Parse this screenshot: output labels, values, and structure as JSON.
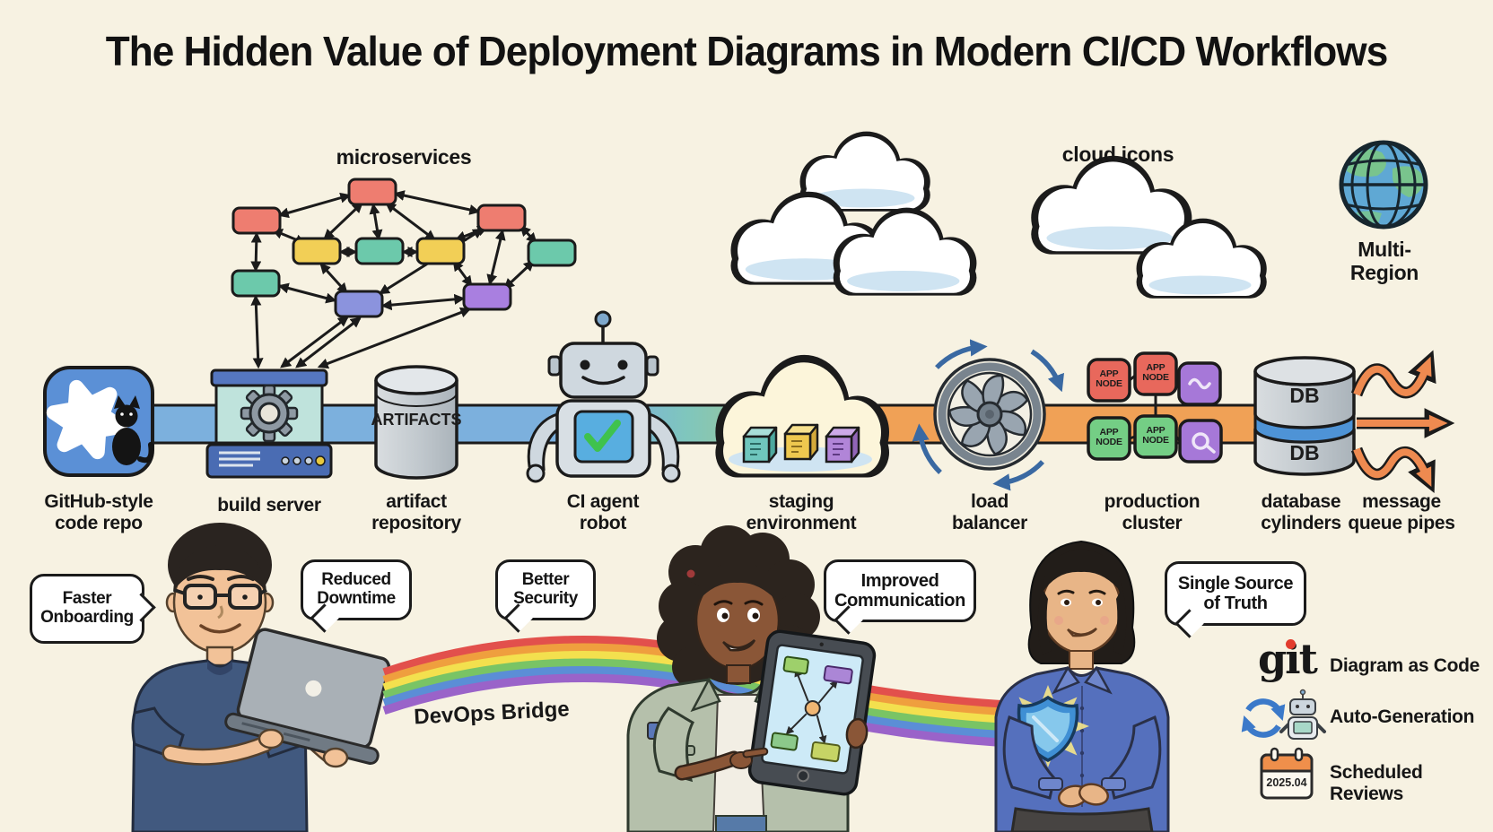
{
  "title": "The Hidden Value of Deployment Diagrams in Modern CI/CD Workflows",
  "floating_labels": {
    "microservices": "microservices",
    "cloud_icons": "cloud icons",
    "multi_region": "Multi-Region",
    "devops_bridge": "DevOps Bridge"
  },
  "pipeline": {
    "app_node_label": "APP NODE",
    "db_label": "DB",
    "artifacts_label": "ARTIFACTS",
    "nodes": [
      {
        "label": "GitHub-style code repo"
      },
      {
        "label": "build server"
      },
      {
        "label": "artifact repository"
      },
      {
        "label": "CI agent robot"
      },
      {
        "label": "staging environment"
      },
      {
        "label": "load balancer"
      },
      {
        "label": "production cluster"
      },
      {
        "label": "database cylinders"
      },
      {
        "label": "message queue pipes"
      }
    ]
  },
  "speech_bubbles": [
    {
      "text": "Faster Onboarding"
    },
    {
      "text": "Reduced Downtime"
    },
    {
      "text": "Better Security"
    },
    {
      "text": "Improved Communication"
    },
    {
      "text": "Single Source of Truth"
    }
  ],
  "legend": {
    "git_logo": "git",
    "calendar_date": "2025.04",
    "items": [
      {
        "label": "Diagram as Code"
      },
      {
        "label": "Auto-Generation"
      },
      {
        "label": "Scheduled Reviews"
      }
    ]
  },
  "colors": {
    "background": "#f7f2e2",
    "pipeline_blue": "#7cb0dd",
    "pipeline_teal": "#7fc6bd",
    "pipeline_orange": "#f0a156",
    "node_red": "#ee7d70",
    "node_yellow": "#f2cf56",
    "node_teal": "#6cc9ab",
    "node_periwinkle": "#8b93dd",
    "node_purple": "#a97fe0",
    "app_node_red": "#e8685c",
    "app_node_green": "#74ce85",
    "message_arrow_orange": "#ee8a50"
  }
}
